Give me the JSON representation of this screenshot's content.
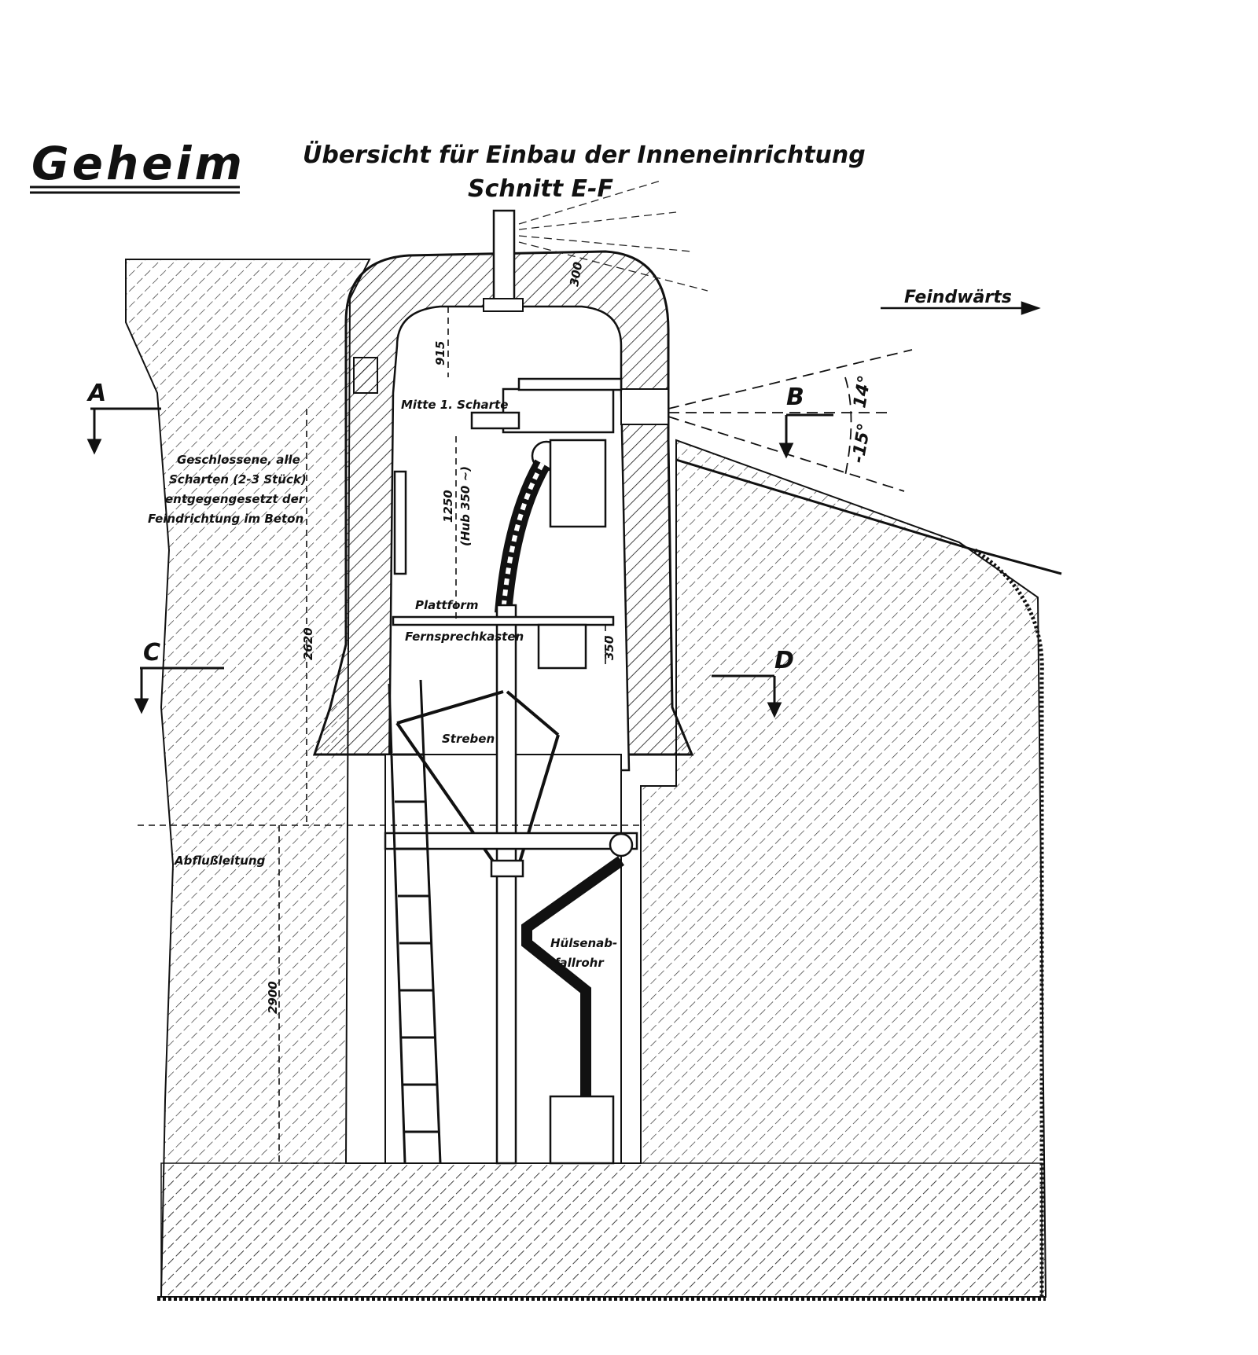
{
  "stamp": "Geheim",
  "title": "Übersicht für Einbau der Inneneinrichtung",
  "subtitle": "Schnitt E-F",
  "direction": "Feindwärts",
  "section_markers": {
    "a": "A",
    "b": "B",
    "c": "C",
    "d": "D"
  },
  "angles": {
    "up": "14°",
    "down": "-15°"
  },
  "labels": {
    "embrasure_center": "Mitte 1. Scharte",
    "note_line1": "Geschlossene, alle",
    "note_line2": "Scharten (2-3 Stück)",
    "note_line3": "entgegengesetzt der",
    "note_line4": "Feindrichtung im Beton",
    "platform": "Plattform",
    "cable_box": "Fernsprechkasten",
    "struts": "Streben",
    "drain": "Abflußleitung",
    "case_chute_1": "Hülsenab-",
    "case_chute_2": "fallrohr"
  },
  "dimensions": {
    "d300": "300",
    "d915": "915",
    "d1250": "1250",
    "hub": "(Hub 350 ~)",
    "d2620": "2620",
    "d350": "350",
    "d2900": "2900"
  },
  "colors": {
    "ink": "#111111",
    "paper": "#ffffff"
  }
}
